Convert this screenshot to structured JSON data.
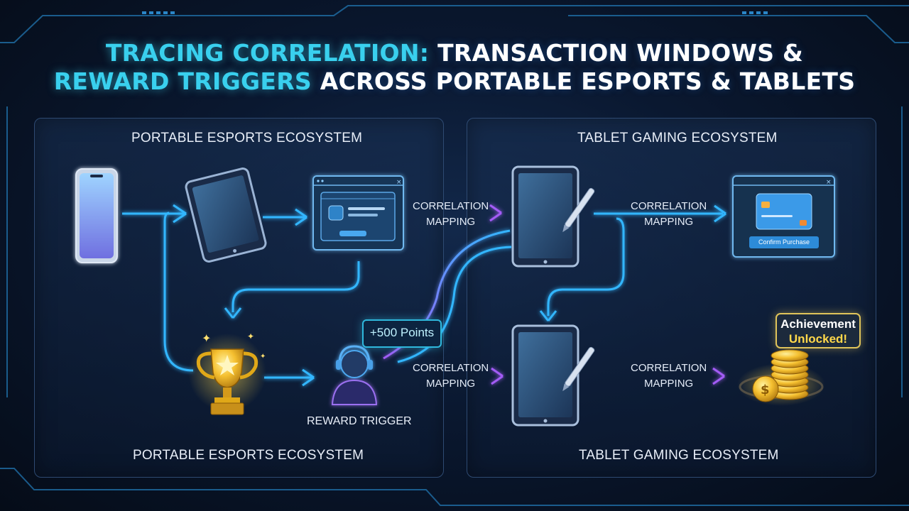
{
  "title": {
    "line1_highlight": "Tracing Correlation:",
    "line1_rest": " Transaction Windows &",
    "line2_highlight": "Reward Triggers",
    "line2_rest": " Across Portable Esports & Tablets"
  },
  "left_panel": {
    "heading_top": "Portable Esports Ecosystem",
    "heading_bottom": "Portable Esports Ecosystem",
    "reward_trigger_label": "Reward Trigger",
    "points_bubble": "+500 Points"
  },
  "right_panel": {
    "heading_top": "Tablet Gaming Ecosystem",
    "heading_bottom": "Tablet Gaming Ecosystem",
    "confirm_button": "Confirm Purchase",
    "achievement_line1": "Achievement",
    "achievement_line2": "Unlocked!"
  },
  "connectors": {
    "top_left": {
      "line1": "Correlation",
      "line2": "Mapping"
    },
    "top_right": {
      "line1": "Correlation",
      "line2": "Mapping"
    },
    "bottom_left": {
      "line1": "Correlation",
      "line2": "Mapping"
    },
    "bottom_right": {
      "line1": "Correlation",
      "line2": "Mapping"
    }
  },
  "colors": {
    "accent_cyan": "#39d0ee",
    "flow_blue": "#33b6ff",
    "flow_purple": "#9b5cf6",
    "gold": "#f5c030",
    "panel_border": "#2e4a72"
  },
  "icons": [
    "smartphone-icon",
    "tablet-icon",
    "browser-window-icon",
    "trophy-icon",
    "gamer-headset-icon",
    "stylus-tablet-icon",
    "credit-card-window-icon",
    "gold-coins-icon"
  ]
}
